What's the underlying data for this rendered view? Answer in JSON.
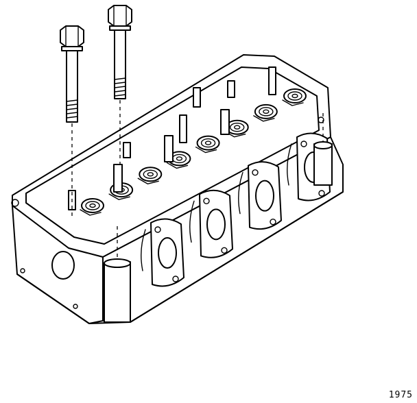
{
  "figure": {
    "number": "1975"
  },
  "parts": {
    "head_bolts": {
      "count": 2,
      "icon": "hex-head-bolt-icon"
    },
    "intake_ports": {
      "count": 4
    },
    "valve_springs": {
      "count": 8
    }
  },
  "colors": {
    "ink": "#000000",
    "paper": "#ffffff"
  }
}
